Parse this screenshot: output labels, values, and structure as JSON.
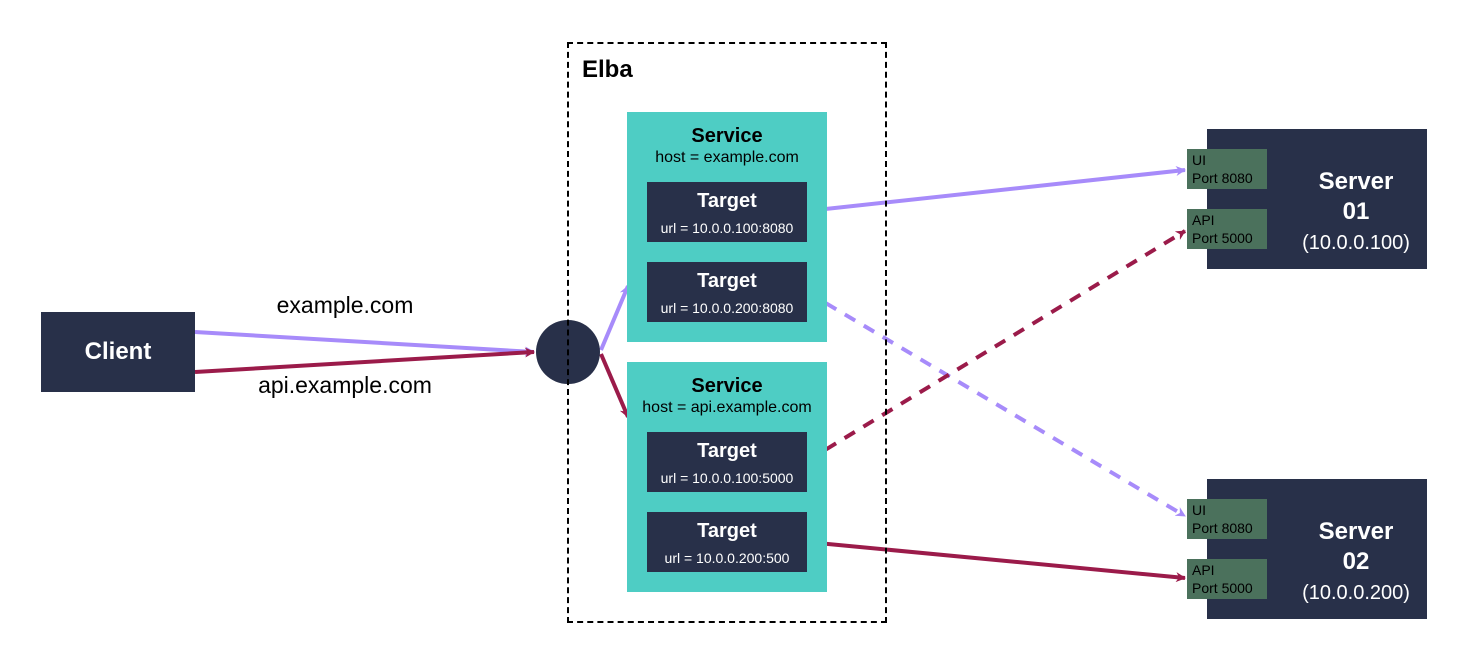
{
  "client": {
    "label": "Client"
  },
  "routes": {
    "host_ui": "example.com",
    "host_api": "api.example.com"
  },
  "elba": {
    "title": "Elba",
    "services": [
      {
        "title": "Service",
        "host": "host = example.com",
        "targets": [
          {
            "title": "Target",
            "url": "url = 10.0.0.100:8080"
          },
          {
            "title": "Target",
            "url": "url = 10.0.0.200:8080"
          }
        ]
      },
      {
        "title": "Service",
        "host": "host = api.example.com",
        "targets": [
          {
            "title": "Target",
            "url": "url = 10.0.0.100:5000"
          },
          {
            "title": "Target",
            "url": "url = 10.0.0.200:500"
          }
        ]
      }
    ]
  },
  "servers": [
    {
      "name": "Server 01",
      "ip": "(10.0.0.100)",
      "ports": [
        {
          "name": "UI",
          "port": "Port 8080"
        },
        {
          "name": "API",
          "port": "Port 5000"
        }
      ]
    },
    {
      "name": "Server 02",
      "ip": "(10.0.0.200)",
      "ports": [
        {
          "name": "UI",
          "port": "Port 8080"
        },
        {
          "name": "API",
          "port": "Port 5000"
        }
      ]
    }
  ],
  "colors": {
    "node": "#283049",
    "service": "#4ecdc4",
    "port": "#4b715c",
    "ui_route": "#a78bfa",
    "api_route": "#9b1b4a"
  }
}
